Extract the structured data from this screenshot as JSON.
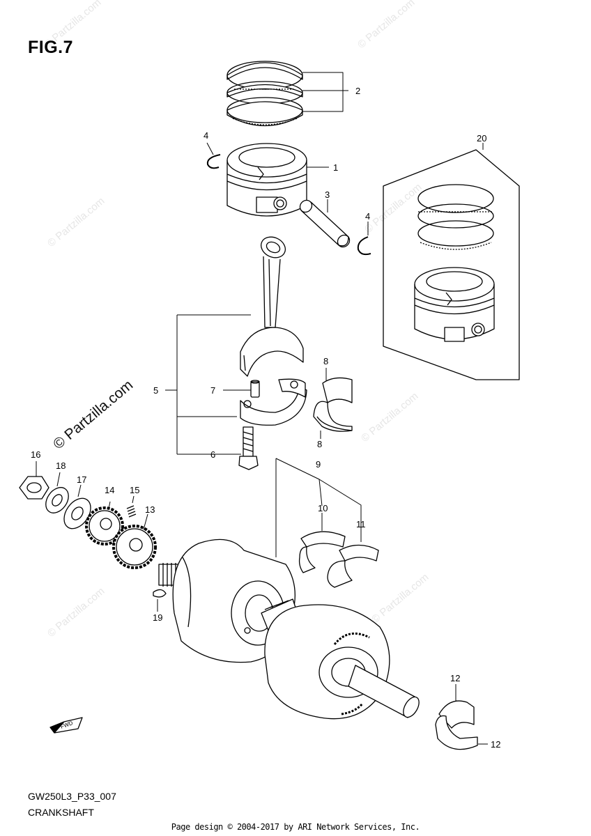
{
  "figure": {
    "title": "FIG.7",
    "model_code": "GW250L3_P33_007",
    "name": "CRANKSHAFT",
    "footer": "Page design © 2004-2017 by ARI Network Services, Inc.",
    "watermark": "© Partzilla.com",
    "fwd_label": "FWD"
  },
  "callouts": [
    "1",
    "2",
    "3",
    "4",
    "4",
    "5",
    "6",
    "7",
    "8",
    "8",
    "9",
    "10",
    "11",
    "12",
    "12",
    "13",
    "14",
    "15",
    "16",
    "17",
    "18",
    "19",
    "20"
  ],
  "colors": {
    "line": "#000000",
    "watermark": "#e6e6e6",
    "background": "#ffffff"
  }
}
